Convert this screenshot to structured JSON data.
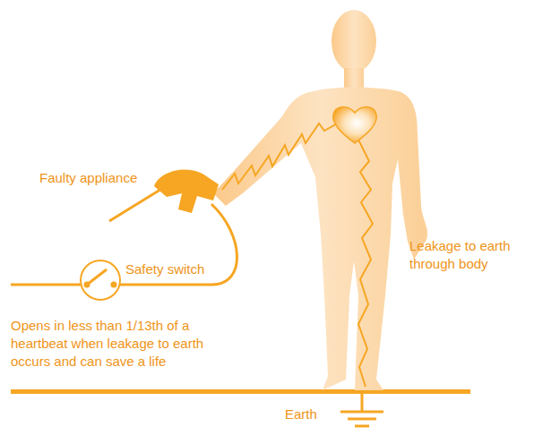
{
  "diagram": {
    "labels": [
      "Faulty appliance",
      "Safety switch",
      "Opens in less than 1/13th of a heartbeat when leakage to earth occurs and can save a life",
      "Leakage to earth through body",
      "Earth"
    ]
  }
}
